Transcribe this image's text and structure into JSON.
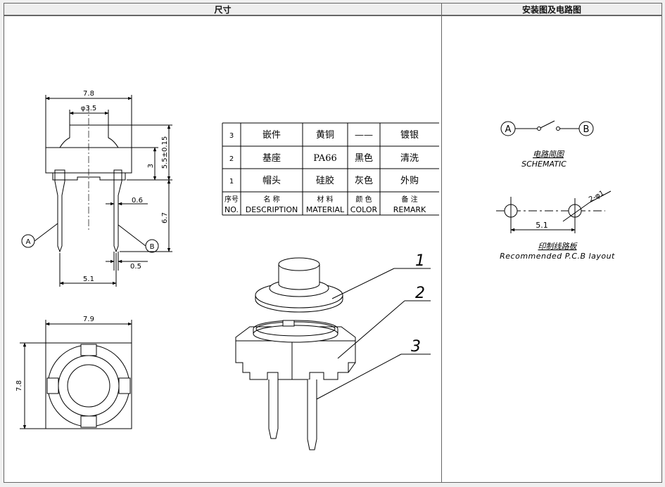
{
  "headers": {
    "left": "尺寸",
    "right": "安装图及电路图"
  },
  "dimensions": {
    "top_width": "7.8",
    "cap_dia": "φ3.5",
    "cap_height": "3",
    "body_height": "5.5±0.15",
    "pin_width": "0.6",
    "pin_length": "6.7",
    "pin_thick": "0.5",
    "pin_spacing": "5.1",
    "bottom_width": "7.9",
    "bottom_height": "7.8",
    "pin_a": "A",
    "pin_b": "B"
  },
  "parts_table": {
    "rows": [
      {
        "no": "3",
        "name": "嵌件",
        "material": "黄铜",
        "color": "——",
        "remark": "镀银"
      },
      {
        "no": "2",
        "name": "基座",
        "material": "PA66",
        "color": "黑色",
        "remark": "清洗"
      },
      {
        "no": "1",
        "name": "帽头",
        "material": "硅胶",
        "color": "灰色",
        "remark": "外购"
      }
    ],
    "header_cn": {
      "no": "序号",
      "name": "名    称",
      "material": "材    料",
      "color": "颜  色",
      "remark": "备    注"
    },
    "header_en": {
      "no": "NO.",
      "name": "DESCRIPTION",
      "material": "MATERIAL",
      "color": "COLOR",
      "remark": "REMARK"
    }
  },
  "callouts": [
    "1",
    "2",
    "3"
  ],
  "schematic": {
    "node_a": "A",
    "node_b": "B",
    "label_cn": "电路简图",
    "label_en": "SCHEMATIC"
  },
  "pcb": {
    "hole_label": "2-φ1",
    "spacing": "5.1",
    "label_cn": "印制线路板",
    "label_en": "Recommended P.C.B layout"
  }
}
